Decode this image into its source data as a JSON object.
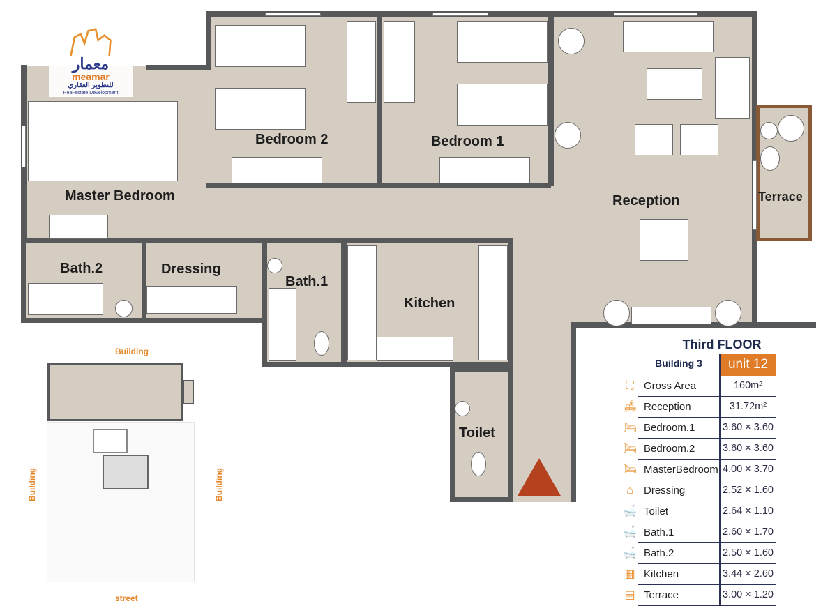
{
  "logo": {
    "name_ar": "معمار",
    "name_en": "meamar",
    "subtitle_ar": "للتطوير العقاري",
    "tagline": "Real-estate Development"
  },
  "rooms": {
    "bedroom2": "Bedroom 2",
    "bedroom1": "Bedroom 1",
    "master": "Master Bedroom",
    "reception": "Reception",
    "terrace": "Terrace",
    "bath2": "Bath.2",
    "dressing": "Dressing",
    "bath1": "Bath.1",
    "kitchen": "Kitchen",
    "toilet": "Toilet"
  },
  "key_plan": {
    "top": "Building",
    "left": "Building",
    "right": "Building",
    "bottom": "street"
  },
  "colors": {
    "accent": "#e07b27",
    "wall": "#57585a",
    "floor": "#d6cdc2",
    "entrance": "#b5421f",
    "navy": "#1f2a4f"
  },
  "spec_table": {
    "floor": "Third FLOOR",
    "building": "Building 3",
    "unit": "unit 12",
    "rows": [
      {
        "icon": "area-icon",
        "label": "Gross Area",
        "value": "160m²"
      },
      {
        "icon": "sofa-icon",
        "label": "Reception",
        "value": "31.72m²"
      },
      {
        "icon": "bed-icon",
        "label": "Bedroom.1",
        "value": "3.60 × 3.60"
      },
      {
        "icon": "bed-icon",
        "label": "Bedroom.2",
        "value": "3.60 × 3.60"
      },
      {
        "icon": "bed-icon",
        "label": "MasterBedroom",
        "value": "4.00 × 3.70"
      },
      {
        "icon": "hanger-icon",
        "label": "Dressing",
        "value": "2.52 × 1.60"
      },
      {
        "icon": "bathtub-icon",
        "label": "Toilet",
        "value": "2.64 × 1.10"
      },
      {
        "icon": "bathtub-icon",
        "label": "Bath.1",
        "value": "2.60 × 1.70"
      },
      {
        "icon": "bathtub-icon",
        "label": "Bath.2",
        "value": "2.50 × 1.60"
      },
      {
        "icon": "kitchen-icon",
        "label": "Kitchen",
        "value": "3.44 × 2.60"
      },
      {
        "icon": "window-icon",
        "label": "Terrace",
        "value": "3.00 × 1.20"
      }
    ]
  }
}
